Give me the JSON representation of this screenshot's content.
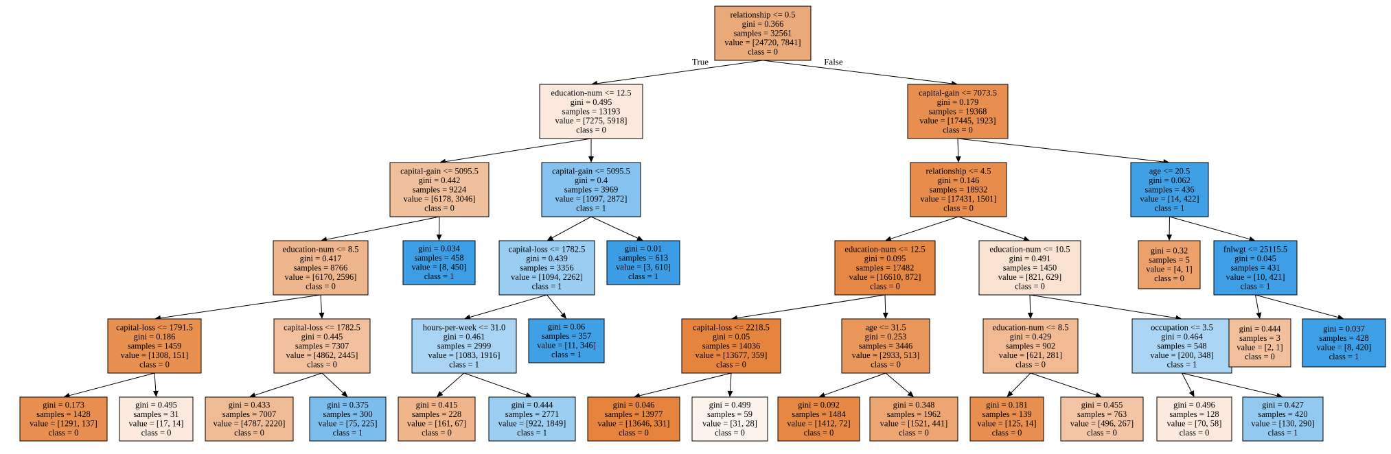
{
  "nodes": [
    {
      "id": "n0",
      "lines": [
        "relationship <= 0.5",
        "gini = 0.366",
        "samples = 32561",
        "value = [24720, 7841]",
        "class = 0"
      ],
      "class": 0,
      "color": "#e9a979"
    },
    {
      "id": "n1",
      "lines": [
        "education-num <= 12.5",
        "gini = 0.495",
        "samples = 13193",
        "value = [7275, 5918]",
        "class = 0"
      ],
      "class": 0,
      "color": "#fbe9dd"
    },
    {
      "id": "n2",
      "lines": [
        "capital-gain <= 5095.5",
        "gini = 0.442",
        "samples = 9224",
        "value = [6178, 3046]",
        "class = 0"
      ],
      "class": 0,
      "color": "#f0bf9b"
    },
    {
      "id": "n3",
      "lines": [
        "education-num <= 8.5",
        "gini = 0.417",
        "samples = 8766",
        "value = [6170, 2596]",
        "class = 0"
      ],
      "class": 0,
      "color": "#eeb68c"
    },
    {
      "id": "n4",
      "lines": [
        "capital-loss <= 1791.5",
        "gini = 0.186",
        "samples = 1459",
        "value = [1308, 151]",
        "class = 0"
      ],
      "class": 0,
      "color": "#e89050"
    },
    {
      "id": "n5",
      "lines": [
        "gini = 0.173",
        "samples = 1428",
        "value = [1291, 137]",
        "class = 0"
      ],
      "class": 0,
      "color": "#e88e4e"
    },
    {
      "id": "n6",
      "lines": [
        "gini = 0.495",
        "samples = 31",
        "value = [17, 14]",
        "class = 0"
      ],
      "class": 0,
      "color": "#fae9dc"
    },
    {
      "id": "n7",
      "lines": [
        "capital-loss <= 1782.5",
        "gini = 0.445",
        "samples = 7307",
        "value = [4862, 2445]",
        "class = 0"
      ],
      "class": 0,
      "color": "#f2c09c"
    },
    {
      "id": "n8",
      "lines": [
        "gini = 0.433",
        "samples = 7007",
        "value = [4787, 2220]",
        "class = 0"
      ],
      "class": 0,
      "color": "#efbb95"
    },
    {
      "id": "n9",
      "lines": [
        "gini = 0.375",
        "samples = 300",
        "value = [75, 225]",
        "class = 1"
      ],
      "class": 1,
      "color": "#7bbeee"
    },
    {
      "id": "n10",
      "lines": [
        "gini = 0.034",
        "samples = 458",
        "value = [8, 450]",
        "class = 1"
      ],
      "class": 1,
      "color": "#3c9ee5"
    },
    {
      "id": "n11",
      "lines": [
        "capital-gain <= 5095.5",
        "gini = 0.4",
        "samples = 3969",
        "value = [1097, 2872]",
        "class = 1"
      ],
      "class": 1,
      "color": "#85c2ef"
    },
    {
      "id": "n12",
      "lines": [
        "capital-loss <= 1782.5",
        "gini = 0.439",
        "samples = 3356",
        "value = [1094, 2262]",
        "class = 1"
      ],
      "class": 1,
      "color": "#99cdf2"
    },
    {
      "id": "n13",
      "lines": [
        "hours-per-week <= 31.0",
        "gini = 0.461",
        "samples = 2999",
        "value = [1083, 1916]",
        "class = 1"
      ],
      "class": 1,
      "color": "#a9d4f4"
    },
    {
      "id": "n14",
      "lines": [
        "gini = 0.415",
        "samples = 228",
        "value = [161, 67]",
        "class = 0"
      ],
      "class": 0,
      "color": "#f0b58b"
    },
    {
      "id": "n15",
      "lines": [
        "gini = 0.444",
        "samples = 2771",
        "value = [922, 1849]",
        "class = 1"
      ],
      "class": 1,
      "color": "#9ccef2"
    },
    {
      "id": "n16",
      "lines": [
        "gini = 0.06",
        "samples = 357",
        "value = [11, 346]",
        "class = 1"
      ],
      "class": 1,
      "color": "#3fa0e6"
    },
    {
      "id": "n17",
      "lines": [
        "gini = 0.01",
        "samples = 613",
        "value = [3, 610]",
        "class = 1"
      ],
      "class": 1,
      "color": "#3a9de5"
    },
    {
      "id": "n18",
      "lines": [
        "capital-gain <= 7073.5",
        "gini = 0.179",
        "samples = 19368",
        "value = [17445, 1923]",
        "class = 0"
      ],
      "class": 0,
      "color": "#e88f4f"
    },
    {
      "id": "n19",
      "lines": [
        "relationship <= 4.5",
        "gini = 0.146",
        "samples = 18932",
        "value = [17431, 1501]",
        "class = 0"
      ],
      "class": 0,
      "color": "#e78c4a"
    },
    {
      "id": "n20",
      "lines": [
        "education-num <= 12.5",
        "gini = 0.095",
        "samples = 17482",
        "value = [16610, 872]",
        "class = 0"
      ],
      "class": 0,
      "color": "#e68843"
    },
    {
      "id": "n21",
      "lines": [
        "capital-loss <= 2218.5",
        "gini = 0.05",
        "samples = 14036",
        "value = [13677, 359]",
        "class = 0"
      ],
      "class": 0,
      "color": "#e6843e"
    },
    {
      "id": "n22",
      "lines": [
        "gini = 0.046",
        "samples = 13977",
        "value = [13646, 331]",
        "class = 0"
      ],
      "class": 0,
      "color": "#e6843e"
    },
    {
      "id": "n23",
      "lines": [
        "gini = 0.499",
        "samples = 59",
        "value = [31, 28]",
        "class = 0"
      ],
      "class": 0,
      "color": "#fcf3ec"
    },
    {
      "id": "n24",
      "lines": [
        "age <= 31.5",
        "gini = 0.253",
        "samples = 3446",
        "value = [2933, 513]",
        "class = 0"
      ],
      "class": 0,
      "color": "#ea975c"
    },
    {
      "id": "n25",
      "lines": [
        "gini = 0.092",
        "samples = 1484",
        "value = [1412, 72]",
        "class = 0"
      ],
      "class": 0,
      "color": "#e68743"
    },
    {
      "id": "n26",
      "lines": [
        "gini = 0.348",
        "samples = 1962",
        "value = [1521, 441]",
        "class = 0"
      ],
      "class": 0,
      "color": "#eda672"
    },
    {
      "id": "n27",
      "lines": [
        "education-num <= 10.5",
        "gini = 0.491",
        "samples = 1450",
        "value = [821, 629]",
        "class = 0"
      ],
      "class": 0,
      "color": "#f9e2d1"
    },
    {
      "id": "n28",
      "lines": [
        "education-num <= 8.5",
        "gini = 0.429",
        "samples = 902",
        "value = [621, 281]",
        "class = 0"
      ],
      "class": 0,
      "color": "#f1ba93"
    },
    {
      "id": "n29",
      "lines": [
        "gini = 0.181",
        "samples = 139",
        "value = [125, 14]",
        "class = 0"
      ],
      "class": 0,
      "color": "#e88f4f"
    },
    {
      "id": "n30",
      "lines": [
        "gini = 0.455",
        "samples = 763",
        "value = [496, 267]",
        "class = 0"
      ],
      "class": 0,
      "color": "#f3c5a4"
    },
    {
      "id": "n31",
      "lines": [
        "occupation <= 3.5",
        "gini = 0.464",
        "samples = 548",
        "value = [200, 348]",
        "class = 1"
      ],
      "class": 1,
      "color": "#abd5f4"
    },
    {
      "id": "n32",
      "lines": [
        "gini = 0.496",
        "samples = 128",
        "value = [70, 58]",
        "class = 0"
      ],
      "class": 0,
      "color": "#fbe9dd"
    },
    {
      "id": "n33",
      "lines": [
        "gini = 0.427",
        "samples = 420",
        "value = [130, 290]",
        "class = 1"
      ],
      "class": 1,
      "color": "#92c9f1"
    },
    {
      "id": "n34",
      "lines": [
        "age <= 20.5",
        "gini = 0.062",
        "samples = 436",
        "value = [14, 422]",
        "class = 1"
      ],
      "class": 1,
      "color": "#40a0e6"
    },
    {
      "id": "n35",
      "lines": [
        "gini = 0.32",
        "samples = 5",
        "value = [4, 1]",
        "class = 0"
      ],
      "class": 0,
      "color": "#eca06a"
    },
    {
      "id": "n36",
      "lines": [
        "fnlwgt <= 25115.5",
        "gini = 0.045",
        "samples = 431",
        "value = [10, 421]",
        "class = 1"
      ],
      "class": 1,
      "color": "#3e9fe6"
    },
    {
      "id": "n37",
      "lines": [
        "gini = 0.444",
        "samples = 3",
        "value = [2, 1]",
        "class = 0"
      ],
      "class": 0,
      "color": "#f2c09c"
    },
    {
      "id": "n38",
      "lines": [
        "gini = 0.037",
        "samples = 428",
        "value = [8, 420]",
        "class = 1"
      ],
      "class": 1,
      "color": "#3d9fe5"
    }
  ],
  "edges": [
    {
      "from": "n0",
      "to": "n1",
      "label": "True"
    },
    {
      "from": "n0",
      "to": "n18",
      "label": "False"
    },
    {
      "from": "n1",
      "to": "n2"
    },
    {
      "from": "n1",
      "to": "n11"
    },
    {
      "from": "n2",
      "to": "n3"
    },
    {
      "from": "n2",
      "to": "n10"
    },
    {
      "from": "n3",
      "to": "n4"
    },
    {
      "from": "n3",
      "to": "n7"
    },
    {
      "from": "n4",
      "to": "n5"
    },
    {
      "from": "n4",
      "to": "n6"
    },
    {
      "from": "n7",
      "to": "n8"
    },
    {
      "from": "n7",
      "to": "n9"
    },
    {
      "from": "n11",
      "to": "n12"
    },
    {
      "from": "n11",
      "to": "n17"
    },
    {
      "from": "n12",
      "to": "n13"
    },
    {
      "from": "n12",
      "to": "n16"
    },
    {
      "from": "n13",
      "to": "n14"
    },
    {
      "from": "n13",
      "to": "n15"
    },
    {
      "from": "n18",
      "to": "n19"
    },
    {
      "from": "n18",
      "to": "n34"
    },
    {
      "from": "n19",
      "to": "n20"
    },
    {
      "from": "n19",
      "to": "n27"
    },
    {
      "from": "n20",
      "to": "n21"
    },
    {
      "from": "n20",
      "to": "n24"
    },
    {
      "from": "n21",
      "to": "n22"
    },
    {
      "from": "n21",
      "to": "n23"
    },
    {
      "from": "n24",
      "to": "n25"
    },
    {
      "from": "n24",
      "to": "n26"
    },
    {
      "from": "n27",
      "to": "n28"
    },
    {
      "from": "n27",
      "to": "n31"
    },
    {
      "from": "n28",
      "to": "n29"
    },
    {
      "from": "n28",
      "to": "n30"
    },
    {
      "from": "n31",
      "to": "n32"
    },
    {
      "from": "n31",
      "to": "n33"
    },
    {
      "from": "n34",
      "to": "n35"
    },
    {
      "from": "n34",
      "to": "n36"
    },
    {
      "from": "n36",
      "to": "n37"
    },
    {
      "from": "n36",
      "to": "n38"
    }
  ]
}
